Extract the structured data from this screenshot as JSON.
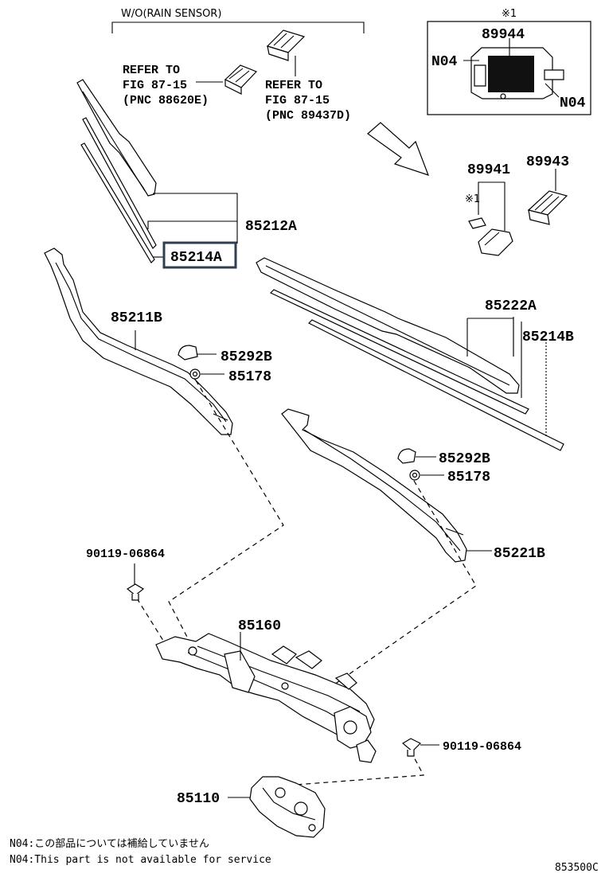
{
  "header": {
    "variant_label": "W/O(RAIN SENSOR)",
    "ref1": [
      "REFER TO",
      "FIG 87-15",
      "(PNC 88620E)"
    ],
    "ref2": [
      "REFER TO",
      "FIG 87-15",
      "(PNC 89437D)"
    ]
  },
  "inset": {
    "marker": "※1",
    "part": "89944",
    "left_note": "N04",
    "right_note": "N04"
  },
  "parts": {
    "p89941": "89941",
    "p89943": "89943",
    "mark1": "※1",
    "p85212A": "85212A",
    "p85214A": "85214A",
    "p85211B": "85211B",
    "p85292B_1": "85292B",
    "p85178_1": "85178",
    "p85222A": "85222A",
    "p85214B": "85214B",
    "p85292B_2": "85292B",
    "p85178_2": "85178",
    "p85221B": "85221B",
    "p90119_1": "90119-06864",
    "p85160": "85160",
    "p90119_2": "90119-06864",
    "p85110": "85110"
  },
  "highlight": {
    "color": "#2f3f4f"
  },
  "notes": {
    "jp": "N04:この部品については補給していません",
    "en": "N04:This part is not available for service"
  },
  "figure_id": "853500C"
}
